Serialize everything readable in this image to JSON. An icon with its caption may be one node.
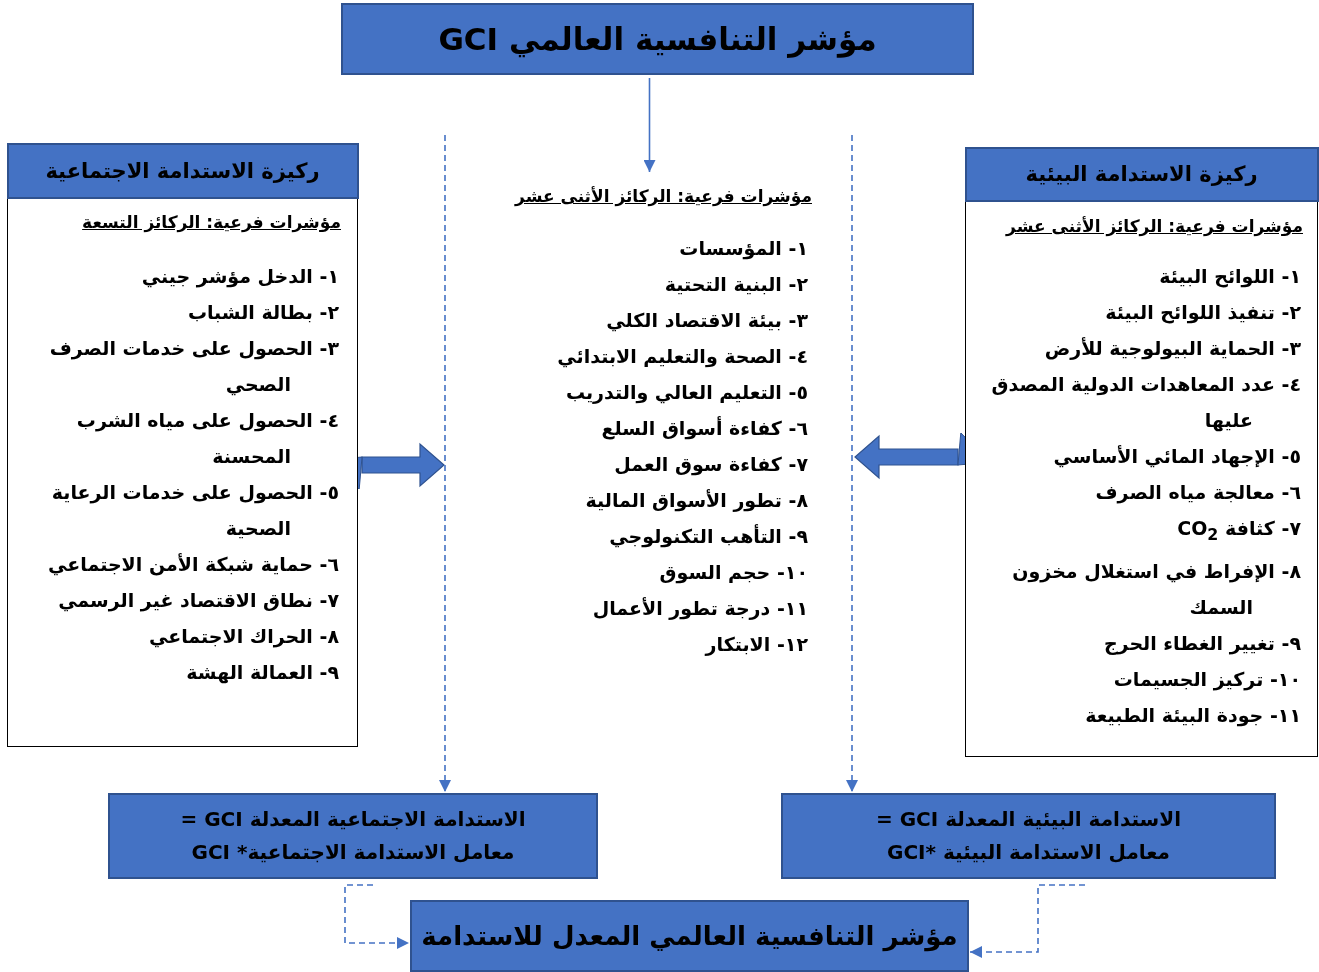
{
  "diagram": {
    "nodes": [
      {
        "text": [
          "مؤشر التنافسية العالمي GCI"
        ]
      },
      {
        "text": [
          "ركيزة الاستدامة الاجتماعية",
          "مؤشرات فرعية: الركائز التسعة",
          "١- الدخل مؤشر جيني",
          "٢- بطالة الشباب",
          "٣- الحصول على خدمات الصرف الصحي",
          "٤- الحصول على مياه الشرب المحسنة",
          "٥- الحصول على خدمات الرعاية الصحية",
          "٦- حماية شبكة الأمن الاجتماعي",
          "٧- نطاق الاقتصاد غير الرسمي",
          "٨- الحراك الاجتماعي",
          "٩- العمالة الهشة"
        ]
      },
      {
        "text": [
          "مؤشرات فرعية: الركائز الأثنى عشر",
          "١- المؤسسات",
          "٢- البنية التحتية",
          "٣- بيئة الاقتصاد الكلي",
          "٤- الصحة والتعليم الابتدائي",
          "٥- التعليم العالي والتدريب",
          "٦- كفاءة أسواق السلع",
          "٧- كفاءة سوق العمل",
          "٨- تطور الأسواق المالية",
          "٩- التأهب التكنولوجي",
          "١٠- حجم السوق",
          "١١- درجة تطور الأعمال",
          "١٢- الابتكار"
        ]
      },
      {
        "text": [
          "ركيزة الاستدامة البيئية",
          "مؤشرات فرعية: الركائز الأثنى عشر",
          "١- اللوائح البيئة",
          "٢- تنفيذ اللوائح البيئة",
          "٣- الحماية البيولوجية للأرض",
          "٤- عدد المعاهدات الدولية المصدق عليها",
          "٥- الإجهاد المائي الأساسي",
          "٦- معالجة مياه الصرف",
          "٧- كثافة CO$_{2}$",
          "٨- الإفراط في استغلال مخزون السمك",
          "٩- تغيير الغطاء الحرج",
          "١٠- تركيز الجسيمات",
          "١١- جودة البيئة الطبيعة"
        ]
      },
      {
        "text": [
          "الاستدامة الاجتماعية المعدلة GCI = معامل الاستدامة الاجتماعية* GCI"
        ]
      },
      {
        "text": [
          "الاستدامة البيئية المعدلة GCI = معامل الاستدامة البيئية *GCI"
        ]
      },
      {
        "text": [
          "مؤشر التنافسية العالمي المعدل للاستدامة"
        ]
      }
    ],
    "edges": [
      {
        "from": 0,
        "to": 2,
        "arrow": "to"
      },
      {
        "from": 1,
        "to": 2,
        "arrow": "to",
        "style": "thick"
      },
      {
        "from": 3,
        "to": 2,
        "arrow": "to",
        "style": "thick"
      },
      {
        "from": null,
        "to": 4,
        "arrow": "to",
        "style": "dashed"
      },
      {
        "from": null,
        "to": 5,
        "arrow": "to",
        "style": "dashed"
      },
      {
        "from": 4,
        "to": 6,
        "arrow": "to",
        "style": "dashed"
      },
      {
        "from": 5,
        "to": 6,
        "arrow": "to",
        "style": "dashed"
      }
    ]
  }
}
